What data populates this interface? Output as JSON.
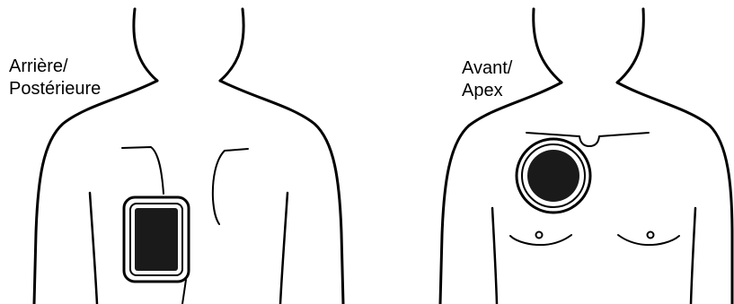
{
  "posterior_label": {
    "line1": "Arrière/",
    "line2": "Postérieure"
  },
  "anterior_label": {
    "line1": "Avant/",
    "line2": "Apex"
  },
  "colors": {
    "stroke": "#000000",
    "background": "#ffffff",
    "pad_fill": "#1a1a1a"
  },
  "icons": {
    "posterior_pad": "rectangular-electrode-pad",
    "apex_pad": "round-electrode-pad"
  }
}
